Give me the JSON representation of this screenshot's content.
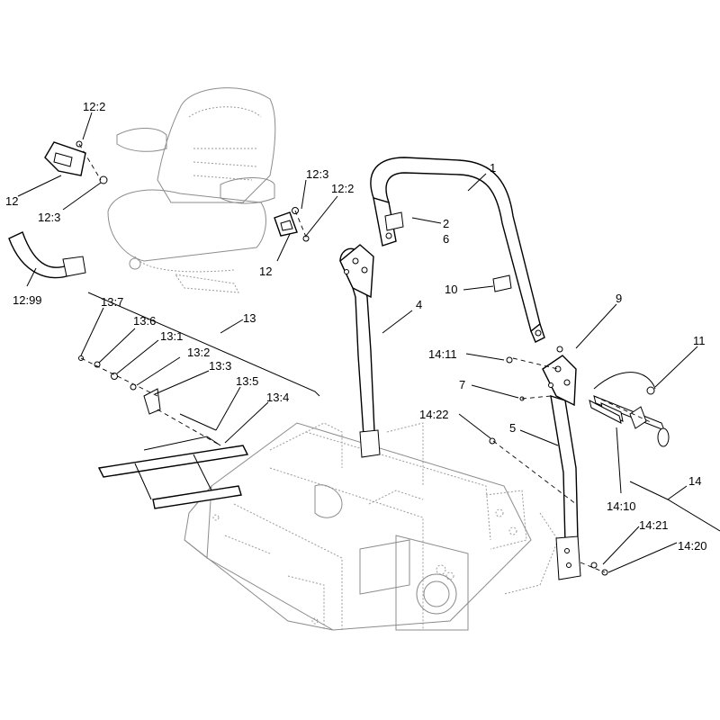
{
  "diagram": {
    "callouts": {
      "c_1": "1",
      "c_2": "2",
      "c_6": "6",
      "c_4": "4",
      "c_5": "5",
      "c_7": "7",
      "c_9": "9",
      "c_10": "10",
      "c_11": "11",
      "c_12_a": "12",
      "c_12_2_a": "12:2",
      "c_12_3_a": "12:3",
      "c_12_99": "12:99",
      "c_12_b": "12",
      "c_12_2_b": "12:2",
      "c_12_3_b": "12:3",
      "c_13": "13",
      "c_13_1": "13:1",
      "c_13_2": "13:2",
      "c_13_3": "13:3",
      "c_13_4": "13:4",
      "c_13_5": "13:5",
      "c_13_6": "13:6",
      "c_13_7": "13:7",
      "c_14": "14",
      "c_14_10": "14:10",
      "c_14_11": "14:11",
      "c_14_20": "14:20",
      "c_14_21": "14:21",
      "c_14_22": "14:22"
    }
  }
}
